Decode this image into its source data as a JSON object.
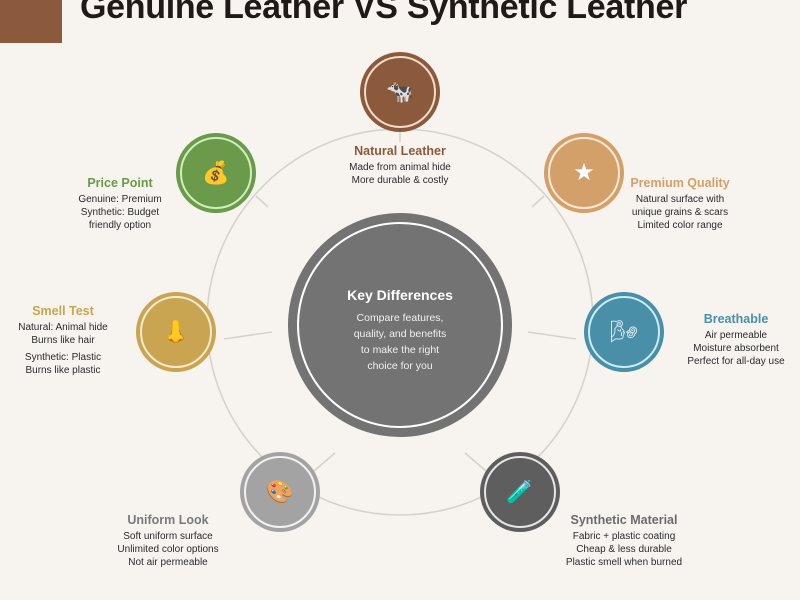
{
  "header": {
    "title": "Genuine Leather VS Synthetic Leather",
    "brand_color": "#8b5a3c"
  },
  "center": {
    "title": "Key Differences",
    "lines": [
      "Compare features,",
      "quality, and benefits",
      "to make the right",
      "choice for you"
    ],
    "color": "#737373"
  },
  "nodes": {
    "natural_leather": {
      "title": "Natural Leather",
      "icon": "🐄",
      "icon_name": "cow-icon",
      "color": "#8b5a3c",
      "title_color": "#8b5a3c",
      "lines": [
        "Made from animal hide",
        "More durable & costly"
      ]
    },
    "premium_quality": {
      "title": "Premium Quality",
      "icon": "★",
      "icon_name": "star-icon",
      "color": "#d4a06a",
      "title_color": "#d4a06a",
      "lines": [
        "Natural surface with",
        "unique grains & scars",
        "Limited color range"
      ]
    },
    "breathable": {
      "title": "Breathable",
      "icon": "🌬",
      "icon_name": "wind-icon",
      "color": "#4a8fa8",
      "title_color": "#4a8fa8",
      "lines": [
        "Air permeable",
        "Moisture absorbent",
        "Perfect for all-day use"
      ]
    },
    "synthetic_material": {
      "title": "Synthetic Material",
      "icon": "🧪",
      "icon_name": "test-tube-icon",
      "color": "#5e5e5e",
      "title_color": "#5e5e5e",
      "lines": [
        "Fabric + plastic coating",
        "Cheap & less durable",
        "Plastic smell when burned"
      ]
    },
    "uniform_look": {
      "title": "Uniform Look",
      "icon": "🎨",
      "icon_name": "palette-icon",
      "color": "#a3a3a3",
      "title_color": "#7a7a7a",
      "lines": [
        "Soft uniform surface",
        "Unlimited color options",
        "Not air permeable"
      ]
    },
    "smell_test": {
      "title": "Smell Test",
      "icon": "👃",
      "icon_name": "nose-icon",
      "color": "#c9a552",
      "title_color": "#c9a552",
      "lines_a": [
        "Natural: Animal hide",
        "Burns like hair"
      ],
      "lines_b": [
        "Synthetic: Plastic",
        "Burns like plastic"
      ]
    },
    "price_point": {
      "title": "Price Point",
      "icon": "💰",
      "icon_name": "money-bag-icon",
      "color": "#6a9a4a",
      "title_color": "#6a9a4a",
      "lines": [
        "Genuine: Premium",
        "Synthetic: Budget",
        "friendly option"
      ]
    }
  }
}
